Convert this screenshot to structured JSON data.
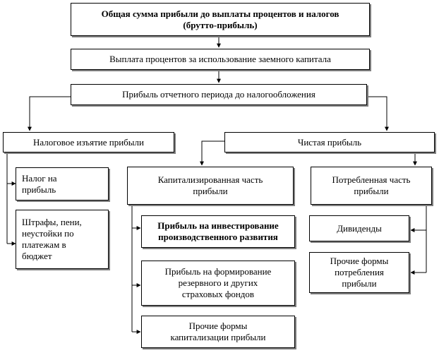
{
  "colors": {
    "line": "#000000",
    "box_border": "#000000",
    "box_shadow": "#7f7f7f",
    "background": "#ffffff"
  },
  "boxes": {
    "gross_profit": {
      "line1": "Общая сумма прибыли до выплаты процентов и налогов",
      "line2": "(брутто-прибыль)"
    },
    "interest_payment": {
      "text": "Выплата процентов за использование заемного капитала"
    },
    "pretax_profit": {
      "text": "Прибыль отчетного периода до налогообложения"
    },
    "tax_withdrawal": {
      "text": "Налоговое изъятие прибыли"
    },
    "net_profit": {
      "text": "Чистая прибыль"
    },
    "profit_tax": {
      "line1": "Налог на",
      "line2": "прибыль"
    },
    "fines": {
      "line1": "Штрафы, пени,",
      "line2": "неустойки по",
      "line3": "платежам в",
      "line4": "бюджет"
    },
    "capitalized_part": {
      "line1": "Капитализированная часть",
      "line2": "прибыли"
    },
    "consumed_part": {
      "line1": "Потребленная часть",
      "line2": "прибыли"
    },
    "investment_profit": {
      "line1": "Прибыль на инвестирование",
      "line2": "производственного развития"
    },
    "reserve_profit": {
      "line1": "Прибыль на формирование",
      "line2": "резервного и других",
      "line3": "страховых фондов"
    },
    "other_capitalization": {
      "line1": "Прочие формы",
      "line2": "капитализации прибыли"
    },
    "dividends": {
      "text": "Дивиденды"
    },
    "other_consumption": {
      "line1": "Прочие формы",
      "line2": "потребления",
      "line3": "прибыли"
    }
  }
}
